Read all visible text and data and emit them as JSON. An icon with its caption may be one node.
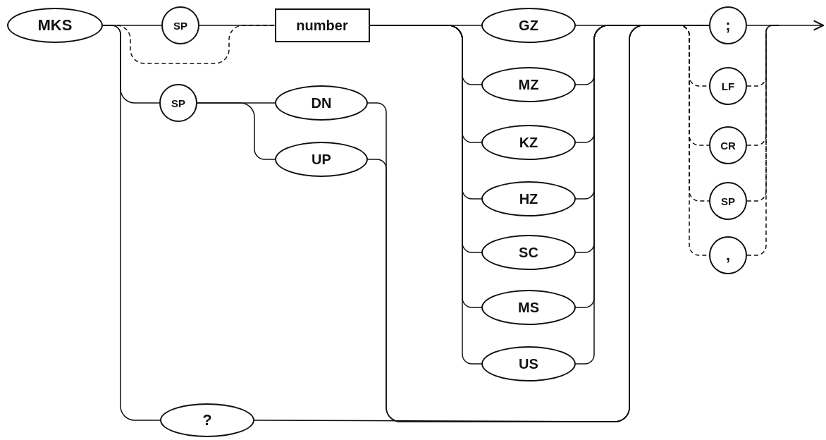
{
  "diagram": {
    "nodes": [
      {
        "text": [
          "MKS"
        ]
      },
      {
        "text": [
          "SP"
        ]
      },
      {
        "text": [
          "number"
        ]
      },
      {
        "text": [
          "GZ"
        ]
      },
      {
        "text": [
          "MZ"
        ]
      },
      {
        "text": [
          "KZ"
        ]
      },
      {
        "text": [
          "HZ"
        ]
      },
      {
        "text": [
          "SC"
        ]
      },
      {
        "text": [
          "MS"
        ]
      },
      {
        "text": [
          "US"
        ]
      },
      {
        "text": [
          "SP"
        ]
      },
      {
        "text": [
          "DN"
        ]
      },
      {
        "text": [
          "UP"
        ]
      },
      {
        "text": [
          "?"
        ]
      },
      {
        "text": [
          ";"
        ]
      },
      {
        "text": [
          "LF"
        ]
      },
      {
        "text": [
          "CR"
        ]
      },
      {
        "text": [
          "SP"
        ]
      },
      {
        "text": [
          ","
        ]
      }
    ],
    "edges": [
      {
        "from": 0,
        "to": 1,
        "arrow": "none"
      },
      {
        "from": 0,
        "to": 2,
        "arrow": "none",
        "style": "dashed"
      },
      {
        "from": 1,
        "to": 2,
        "arrow": "none"
      },
      {
        "from": 0,
        "to": 10,
        "arrow": "none"
      },
      {
        "from": 0,
        "to": 13,
        "arrow": "none"
      },
      {
        "from": 10,
        "to": 11,
        "arrow": "none"
      },
      {
        "from": 10,
        "to": 12,
        "arrow": "none"
      },
      {
        "from": 2,
        "to": 3,
        "arrow": "none"
      },
      {
        "from": 2,
        "to": 4,
        "arrow": "none"
      },
      {
        "from": 2,
        "to": 5,
        "arrow": "none"
      },
      {
        "from": 2,
        "to": 6,
        "arrow": "none"
      },
      {
        "from": 2,
        "to": 7,
        "arrow": "none"
      },
      {
        "from": 2,
        "to": 8,
        "arrow": "none"
      },
      {
        "from": 2,
        "to": 9,
        "arrow": "none"
      },
      {
        "from": 3,
        "to": 14,
        "arrow": "none"
      },
      {
        "from": 4,
        "to": 14,
        "arrow": "none"
      },
      {
        "from": 5,
        "to": 14,
        "arrow": "none"
      },
      {
        "from": 6,
        "to": 14,
        "arrow": "none"
      },
      {
        "from": 7,
        "to": 14,
        "arrow": "none"
      },
      {
        "from": 8,
        "to": 14,
        "arrow": "none"
      },
      {
        "from": 9,
        "to": 14,
        "arrow": "none"
      },
      {
        "from": 11,
        "to": 14,
        "arrow": "none"
      },
      {
        "from": 12,
        "to": 14,
        "arrow": "none"
      },
      {
        "from": 13,
        "to": 14,
        "arrow": "none"
      },
      {
        "from": 14,
        "to": null,
        "arrow": "to"
      },
      {
        "from": null,
        "to": 15,
        "arrow": "none",
        "style": "dashed"
      },
      {
        "from": null,
        "to": 16,
        "arrow": "none",
        "style": "dashed"
      },
      {
        "from": null,
        "to": 17,
        "arrow": "none",
        "style": "dashed"
      },
      {
        "from": null,
        "to": 18,
        "arrow": "none",
        "style": "dashed"
      },
      {
        "from": 15,
        "to": null,
        "arrow": "none",
        "style": "dashed"
      },
      {
        "from": 16,
        "to": null,
        "arrow": "none",
        "style": "dashed"
      },
      {
        "from": 17,
        "to": null,
        "arrow": "none",
        "style": "dashed"
      },
      {
        "from": 18,
        "to": null,
        "arrow": "none",
        "style": "dashed"
      }
    ]
  }
}
